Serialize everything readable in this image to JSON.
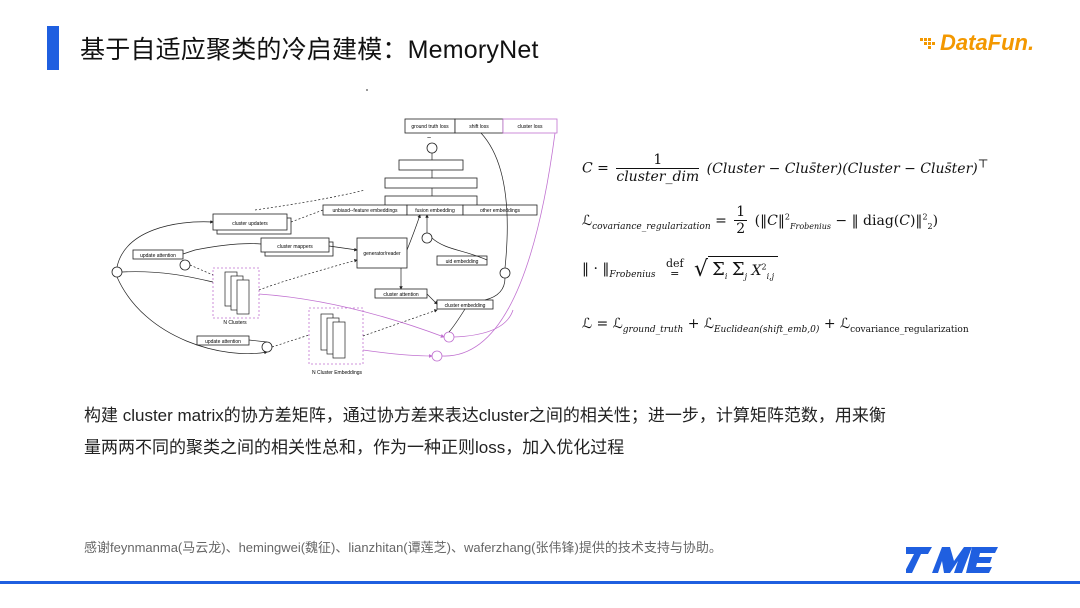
{
  "header": {
    "title": "基于自适应聚类的冷启建模：MemoryNet",
    "brand": "DataFun."
  },
  "diagram": {
    "top_boxes": [
      "ground truth loss",
      "shift loss",
      "cluster loss"
    ],
    "middle_boxes": [
      "unbiasd--feature embeddings",
      "fusion embedding",
      "other embeddings"
    ],
    "cluster_updaters": "cluster updaters",
    "cluster_mappers": "cluster mappers",
    "update_attention_1": "update attention",
    "update_attention_2": "update attention",
    "generator": "generator/reader",
    "cluster_attention": "cluster attention",
    "uid_embedding": "uid embedding",
    "cluster_embedding": "cluster embedding",
    "n_clusters": "N Clusters",
    "n_cluster_embeddings": "N Cluster Embeddings"
  },
  "formulas": {
    "f1": "C = (1 / cluster_dim) (Cluster − Cluster̄)(Cluster − Cluster̄)ᵀ",
    "f2": "ℒcovariance_regularization = ½ (‖C‖²Frobenius − ‖diag(C)‖²₂)",
    "f3": "‖·‖Frobenius ≝ √(Σᵢ Σⱼ X²ᵢ,ⱼ)",
    "f4": "ℒ = ℒground_truth + ℒEuclidean(shift_emb,0) + ℒcovariance_regularization"
  },
  "body": {
    "line1": "构建 cluster matrix的协方差矩阵，通过协方差来表达cluster之间的相关性；进一步，计算矩阵范数，用来衡",
    "line2": "量两两不同的聚类之间的相关性总和，作为一种正则loss，加入优化过程"
  },
  "footer": {
    "text": "感谢feynmanma(马云龙)、hemingwei(魏征)、lianzhitan(谭莲芝)、waferzhang(张伟锋)提供的技术支持与协助。"
  },
  "colors": {
    "accent": "#1f5fe0",
    "brand": "#f39800",
    "magenta": "#c070d0"
  }
}
